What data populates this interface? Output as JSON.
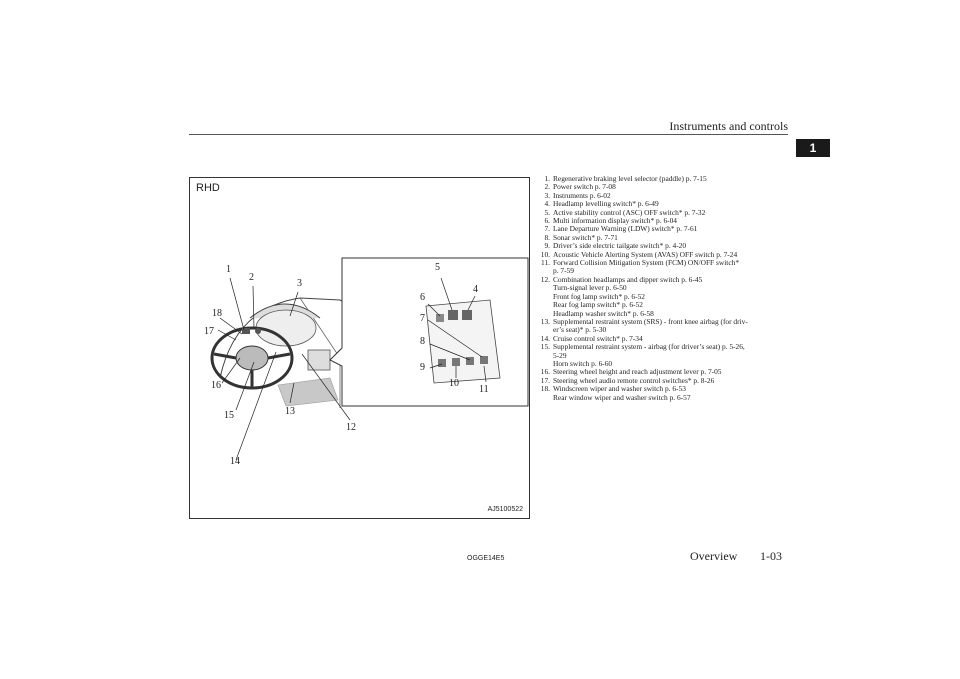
{
  "header": {
    "title": "Instruments and controls",
    "chapter": "1"
  },
  "figure": {
    "label": "RHD",
    "code": "AJ5100522",
    "callouts": [
      "1",
      "2",
      "3",
      "4",
      "5",
      "6",
      "7",
      "8",
      "9",
      "10",
      "11",
      "12",
      "13",
      "14",
      "15",
      "16",
      "17",
      "18"
    ]
  },
  "items": [
    {
      "num": "1.",
      "lines": [
        "Regenerative braking level selector (paddle) p. 7-15"
      ]
    },
    {
      "num": "2.",
      "lines": [
        "Power switch p. 7-08"
      ]
    },
    {
      "num": "3.",
      "lines": [
        "Instruments p. 6-02"
      ]
    },
    {
      "num": "4.",
      "lines": [
        "Headlamp levelling switch* p. 6-49"
      ]
    },
    {
      "num": "5.",
      "lines": [
        "Active stability control (ASC) OFF switch* p. 7-32"
      ]
    },
    {
      "num": "6.",
      "lines": [
        "Multi information display switch* p. 6-04"
      ]
    },
    {
      "num": "7.",
      "lines": [
        "Lane Departure Warning (LDW) switch* p. 7-61"
      ]
    },
    {
      "num": "8.",
      "lines": [
        "Sonar switch* p. 7-71"
      ]
    },
    {
      "num": "9.",
      "lines": [
        "Driver’s side electric tailgate switch* p. 4-20"
      ]
    },
    {
      "num": "10.",
      "lines": [
        "Acoustic Vehicle Alerting System (AVAS) OFF switch p. 7-24"
      ]
    },
    {
      "num": "11.",
      "lines": [
        "Forward Collision Mitigation System (FCM) ON/OFF switch*",
        "p. 7-59"
      ]
    },
    {
      "num": "12.",
      "lines": [
        "Combination headlamps and dipper switch p. 6-45",
        "Turn-signal lever p. 6-50",
        "Front fog lamp switch* p. 6-52",
        "Rear fog lamp switch* p. 6-52",
        "Headlamp washer switch* p. 6-58"
      ]
    },
    {
      "num": "13.",
      "lines": [
        "Supplemental restraint system (SRS) - front knee airbag (for driv-",
        "er’s seat)* p. 5-30"
      ]
    },
    {
      "num": "14.",
      "lines": [
        "Cruise control switch* p. 7-34"
      ]
    },
    {
      "num": "15.",
      "lines": [
        "Supplemental restraint system - airbag (for driver’s seat) p. 5-26,",
        "5-29",
        "Horn switch p. 6-60"
      ]
    },
    {
      "num": "16.",
      "lines": [
        "Steering wheel height and reach adjustment lever p. 7-05"
      ]
    },
    {
      "num": "17.",
      "lines": [
        "Steering wheel audio remote control switches* p. 8-26"
      ]
    },
    {
      "num": "18.",
      "lines": [
        "Windscreen wiper and washer switch p. 6-53",
        "Rear window wiper and washer switch p. 6-57"
      ]
    }
  ],
  "footer": {
    "code": "OGGE14E5",
    "section": "Overview",
    "page": "1-03"
  }
}
